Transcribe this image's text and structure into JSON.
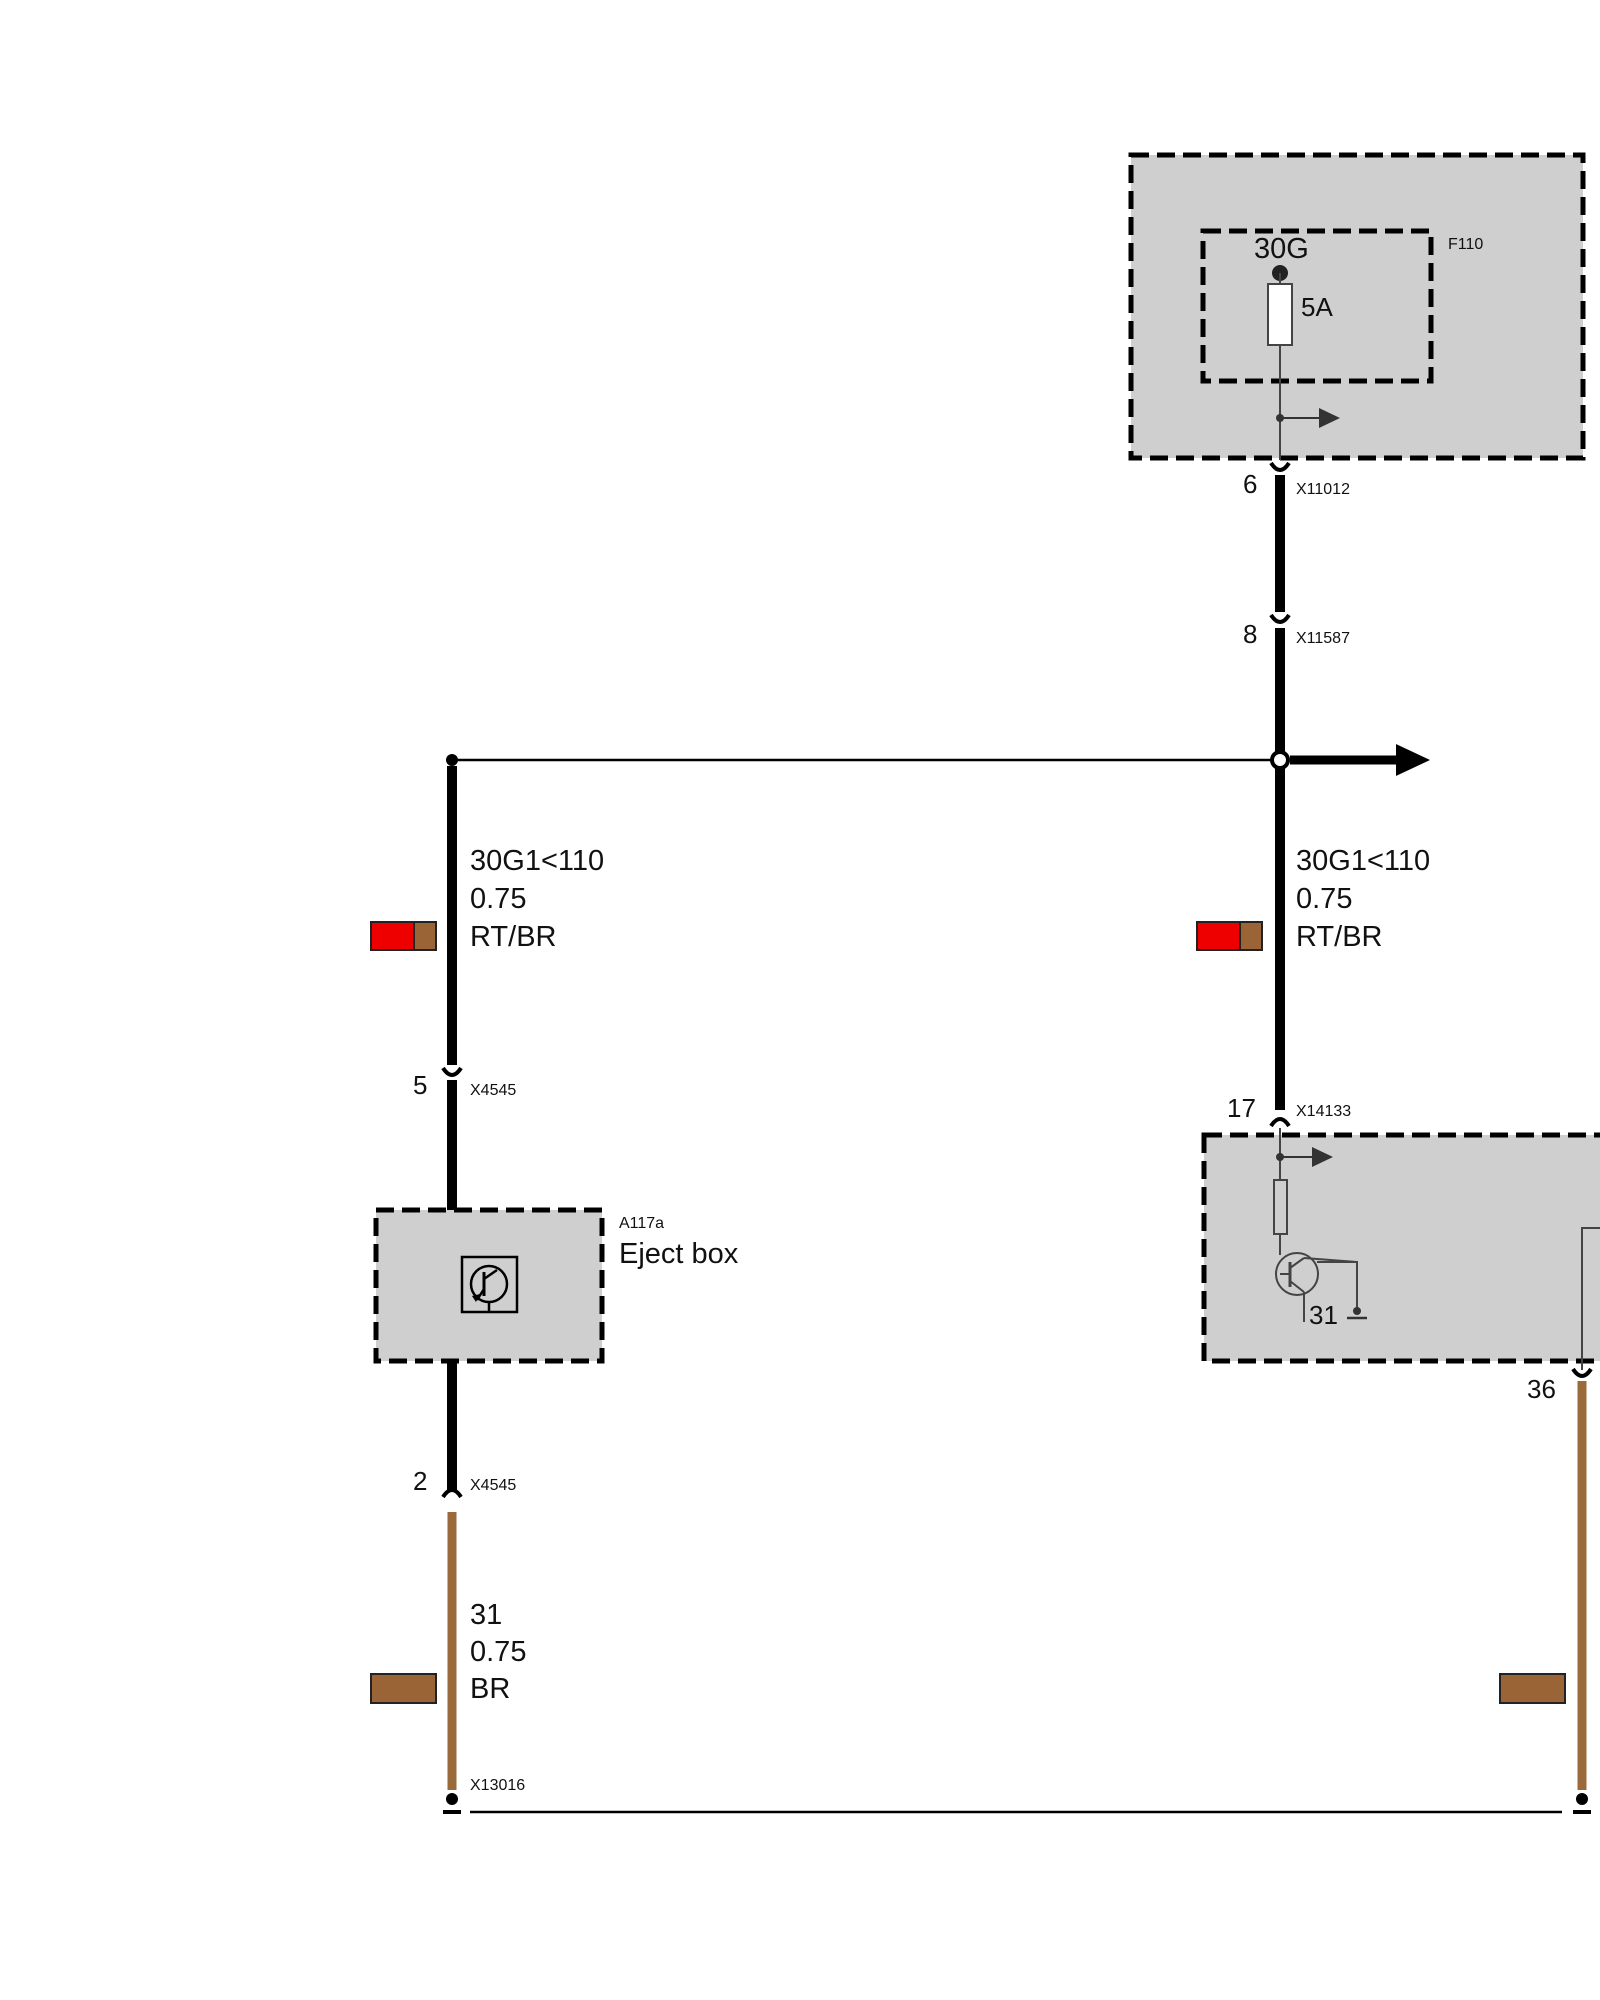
{
  "colors": {
    "wire_black": "#000000",
    "wire_brown": "#9b6a3a",
    "swatch_red": "#ee0000",
    "swatch_brown": "#9b6436",
    "box_fill": "#cfcfcf"
  },
  "fuse_module": {
    "fuse_id": "F110",
    "terminal": "30G",
    "rating": "5A"
  },
  "connectors": {
    "x11012": {
      "id": "X11012",
      "pin": "6"
    },
    "x11587": {
      "id": "X11587",
      "pin": "8"
    },
    "x4545_top": {
      "id": "X4545",
      "pin": "5"
    },
    "x4545_bottom": {
      "id": "X4545",
      "pin": "2"
    },
    "x14133": {
      "id": "X14133",
      "pin": "17"
    },
    "right_module_pin": {
      "pin": "36"
    },
    "x13016": {
      "id": "X13016"
    }
  },
  "wires": {
    "left_supply": {
      "circuit": "30G1<110",
      "gauge": "0.75",
      "color": "RT/BR"
    },
    "right_supply": {
      "circuit": "30G1<110",
      "gauge": "0.75",
      "color": "RT/BR"
    },
    "left_ground": {
      "circuit": "31",
      "gauge": "0.75",
      "color": "BR"
    }
  },
  "eject_box": {
    "id": "A117a",
    "name": "Eject box",
    "icon": "transistor-icon"
  },
  "right_module": {
    "ground_label": "31",
    "icon": "transistor-icon"
  }
}
